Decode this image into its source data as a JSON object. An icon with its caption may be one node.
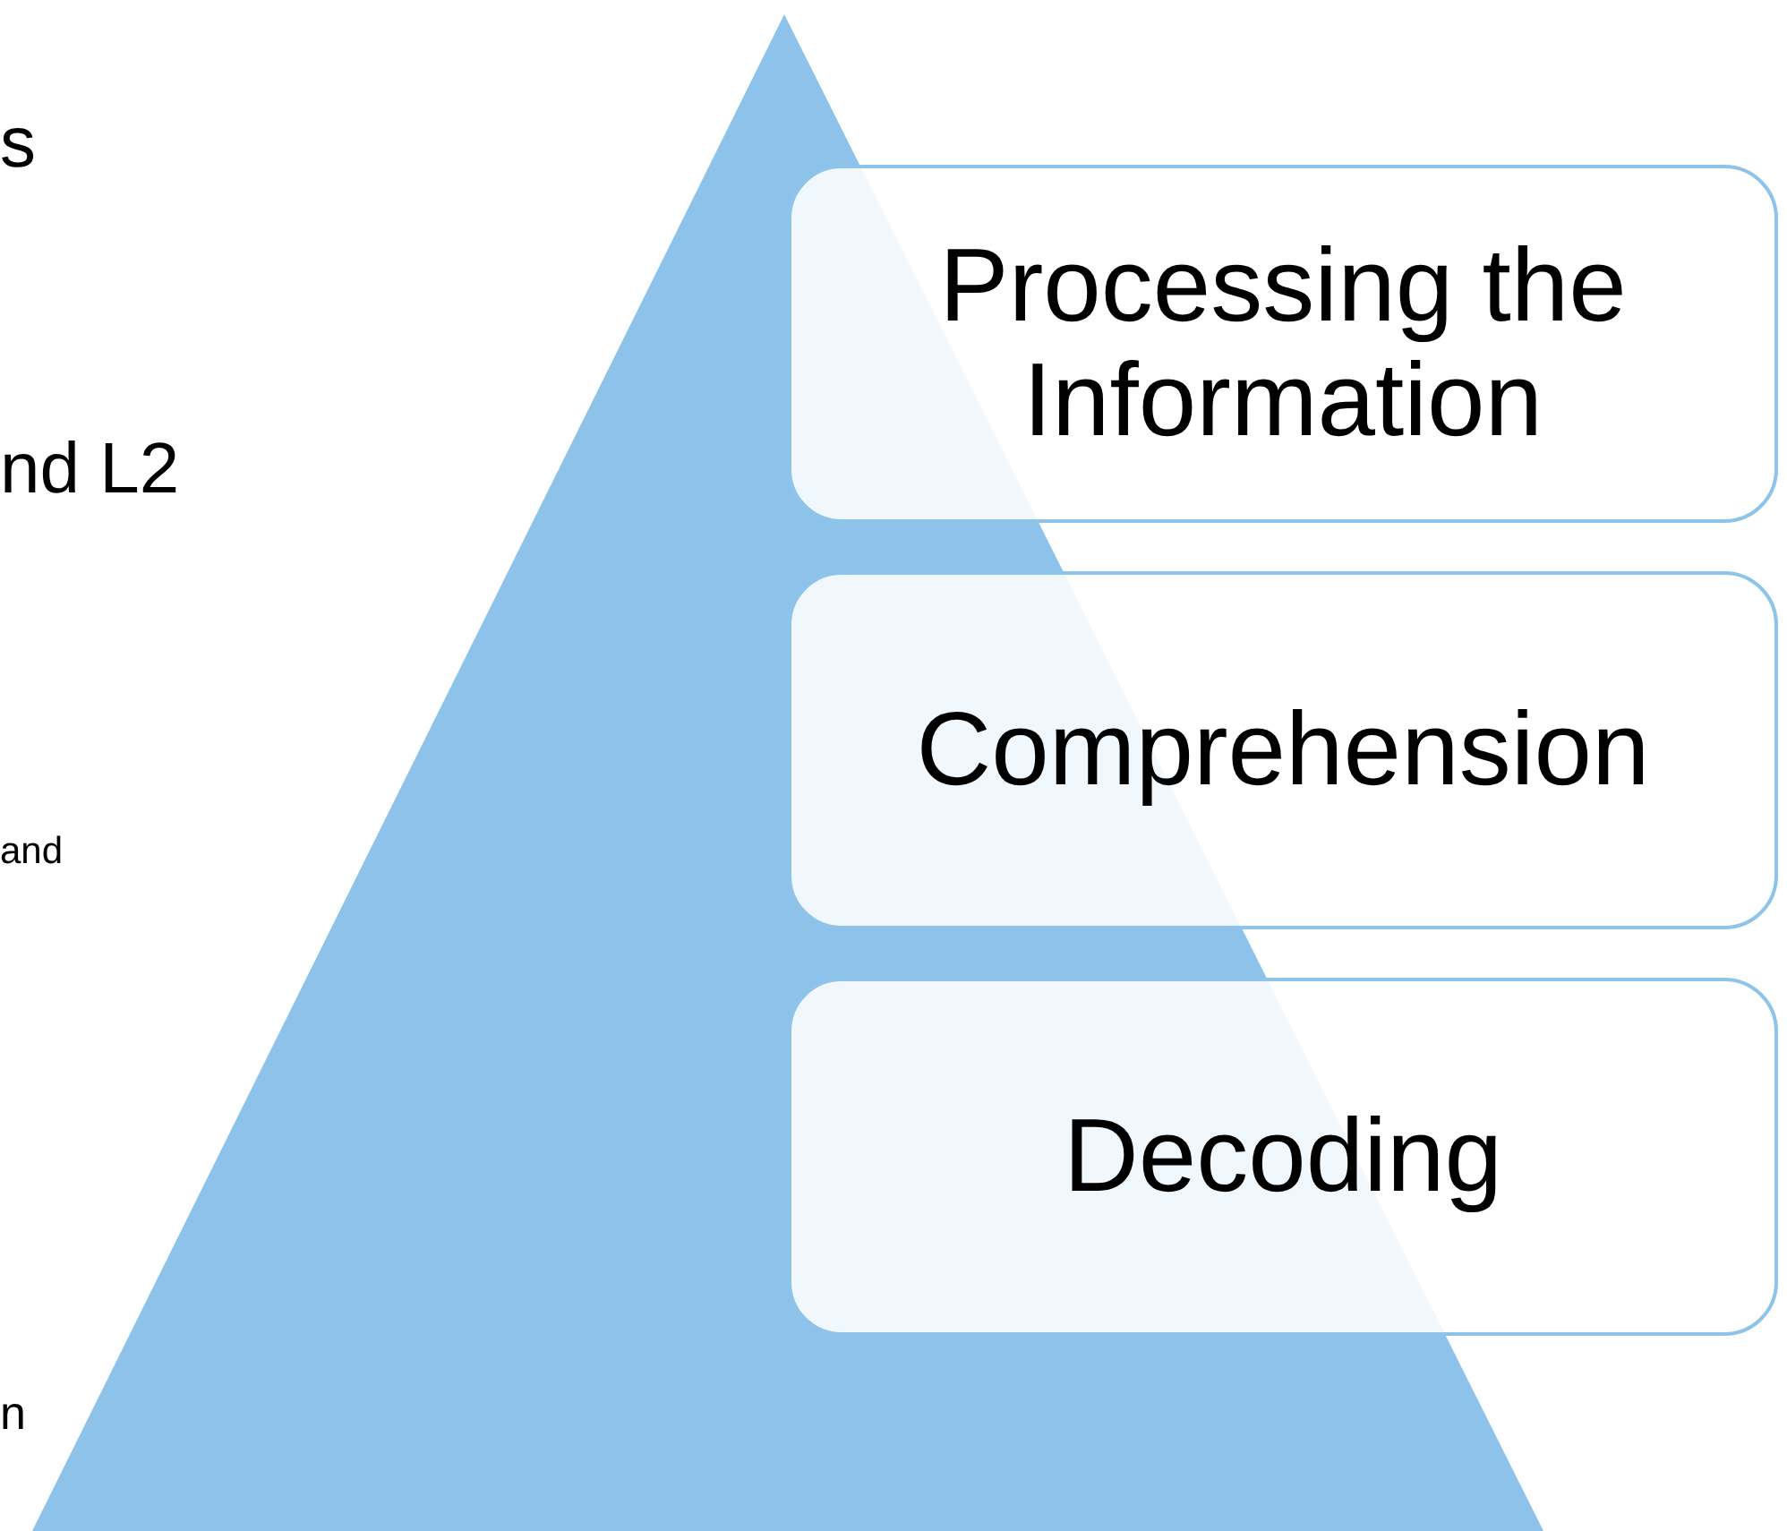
{
  "diagram": {
    "nodes": [
      {
        "text": [
          "Processing the Information"
        ]
      },
      {
        "text": [
          "Comprehension"
        ]
      },
      {
        "text": [
          "Decoding"
        ]
      }
    ],
    "labels": [
      "s",
      "nd L2",
      "and",
      "n"
    ]
  }
}
